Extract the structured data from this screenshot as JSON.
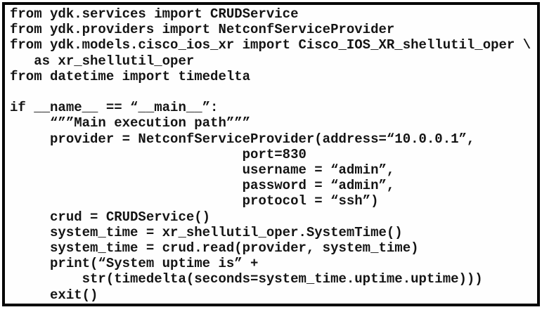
{
  "code_block": {
    "language": "python",
    "lines": [
      "from ydk.services import CRUDService",
      "from ydk.providers import NetconfServiceProvider",
      "from ydk.models.cisco_ios_xr import Cisco_IOS_XR_shellutil_oper \\",
      "   as xr_shellutil_oper",
      "from datetime import timedelta",
      "",
      "if __name__ == “__main__”:",
      "     “””Main execution path”””",
      "     provider = NetconfServiceProvider(address=“10.0.0.1”,",
      "                             port=830",
      "                             username = “admin”,",
      "                             password = “admin”,",
      "                             protocol = “ssh”)",
      "     crud = CRUDService()",
      "     system_time = xr_shellutil_oper.SystemTime()",
      "     system_time = crud.read(provider, system_time)",
      "     print(“System uptime is” +",
      "         str(timedelta(seconds=system_time.uptime.uptime)))",
      "     exit()"
    ]
  },
  "colors": {
    "border": "#060606",
    "background": "#ffffff",
    "text": "#141414"
  }
}
